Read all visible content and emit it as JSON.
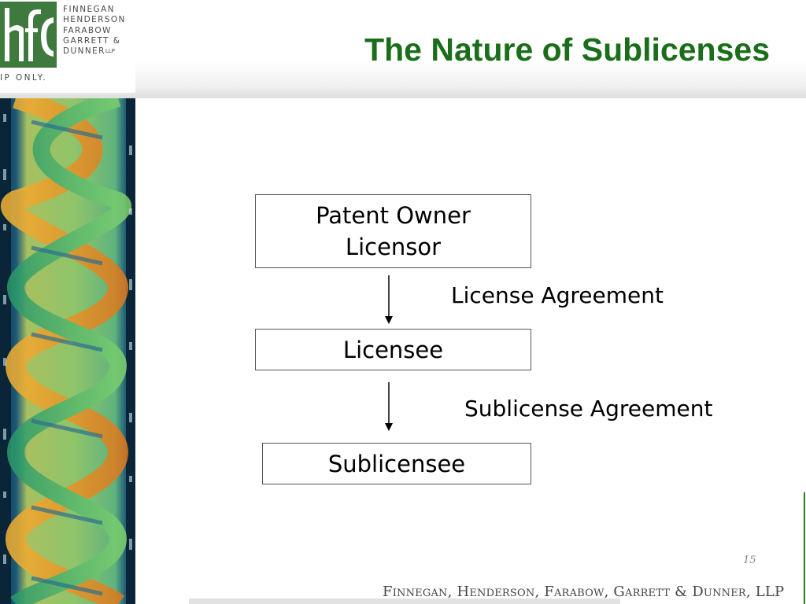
{
  "slide": {
    "title": "The Nature of Sublicenses",
    "page_number": "15"
  },
  "logo": {
    "lines": [
      "FINNEGAN",
      "HENDERSON",
      "FARABOW",
      "GARRETT &",
      "DUNNER"
    ],
    "suffix": "LLP",
    "tagline": "IP ONLY."
  },
  "diagram": {
    "boxes": {
      "owner": {
        "line1": "Patent Owner",
        "line2": "Licensor"
      },
      "licensee": {
        "label": "Licensee"
      },
      "sublicensee": {
        "label": "Sublicensee"
      }
    },
    "edges": [
      {
        "from": "owner",
        "to": "licensee",
        "label": "License Agreement"
      },
      {
        "from": "licensee",
        "to": "sublicensee",
        "label": "Sublicense Agreement"
      }
    ]
  },
  "footer": {
    "firm_name": "Finnegan, Henderson, Farabow, Garrett & Dunner, LLP"
  },
  "colors": {
    "title_green": "#1a6e1a",
    "logo_green": "#3e7a3e"
  },
  "icons": {
    "logo_mark": "hfc-monogram-icon",
    "decor": "dna-helix-icon"
  }
}
